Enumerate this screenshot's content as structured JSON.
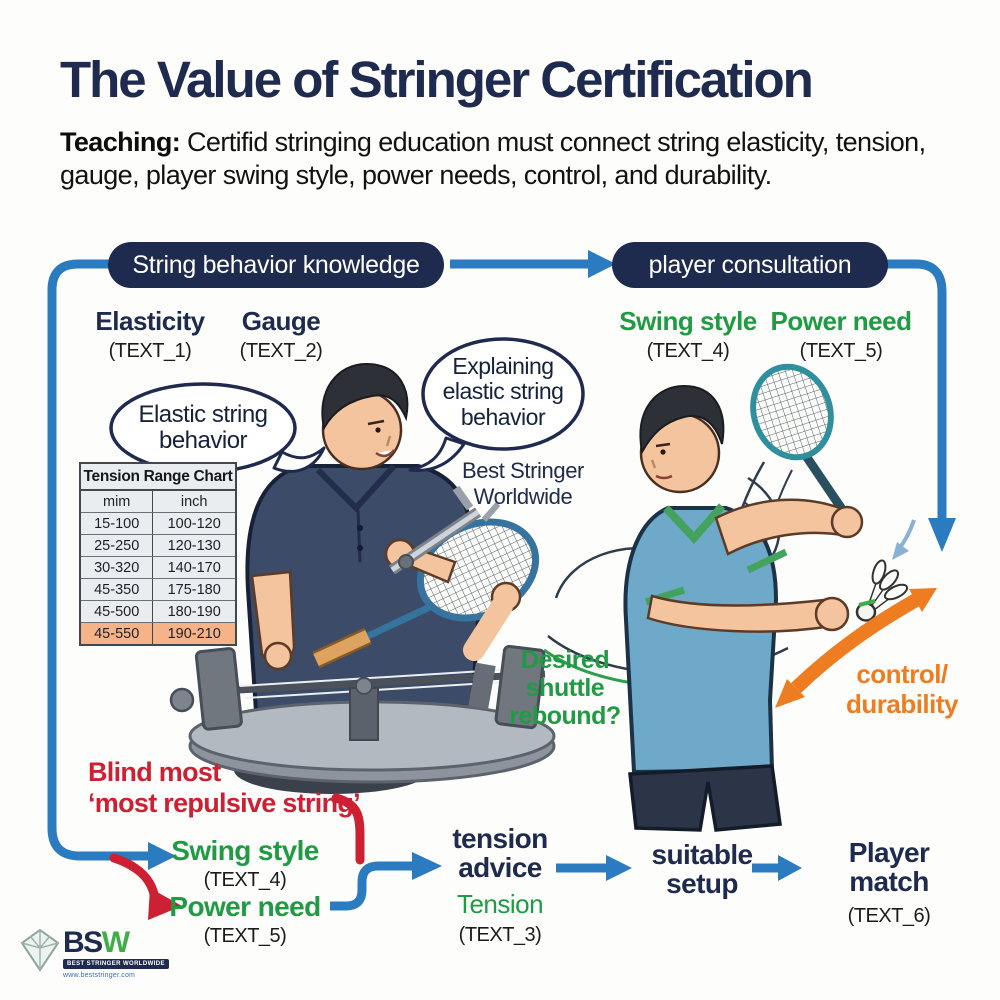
{
  "header": {
    "title": "The Value of Stringer Certification",
    "teaching_label": "Teaching:",
    "teaching_text": " Certifid stringing education must connect string elasticity, tension, gauge, player swing style, power needs, control, and durability."
  },
  "flow_top": {
    "left_pill": "String behavior knowledge",
    "right_pill": "player consultation"
  },
  "knowledge": {
    "elasticity_label": "Elasticity",
    "elasticity_value": "(TEXT_1)",
    "gauge_label": "Gauge",
    "gauge_value": "(TEXT_2)"
  },
  "consultation": {
    "swing_label": "Swing style",
    "swing_value": "(TEXT_4)",
    "power_label": "Power need",
    "power_value": "(TEXT_5)"
  },
  "bubbles": {
    "left": "Elastic string behavior",
    "right": "Explaining elastic string behavior"
  },
  "captions": {
    "brand": "Best Stringer Worldwide",
    "desired_rebound": "Desired shuttle rebound?",
    "control_durability": "control/\ndurability",
    "blind_note": "Blind most\n‘most repulsive string’"
  },
  "tension_table": {
    "title": "Tension Range Chart",
    "col1": "mim",
    "col2": "inch",
    "rows": [
      [
        "15-100",
        "100-120"
      ],
      [
        "25-250",
        "120-130"
      ],
      [
        "30-320",
        "140-170"
      ],
      [
        "45-350",
        "175-180"
      ],
      [
        "45-500",
        "180-190"
      ],
      [
        "45-550",
        "190-210"
      ]
    ],
    "highlighted_row": "45-550 / 190-210"
  },
  "flow_bottom": {
    "swing_label": "Swing style",
    "swing_value": "(TEXT_4)",
    "power_label": "Power need",
    "power_value": "(TEXT_5)",
    "tension_advice": "tension advice",
    "tension_label": "Tension",
    "tension_value": "(TEXT_3)",
    "suitable_setup": "suitable setup",
    "player_match": "Player match",
    "match_value": "(TEXT_6)"
  },
  "logo": {
    "acronym_bs": "BS",
    "acronym_w": "W",
    "banner": "BEST STRINGER WORLDWIDE",
    "url": "www.beststringer.com"
  },
  "colors": {
    "navy": "#1e2a4e",
    "arrow_blue": "#2b7bc0",
    "green": "#1f9b43",
    "red": "#cd2032",
    "orange": "#ee7d22",
    "table_highlight": "#f6b387"
  }
}
